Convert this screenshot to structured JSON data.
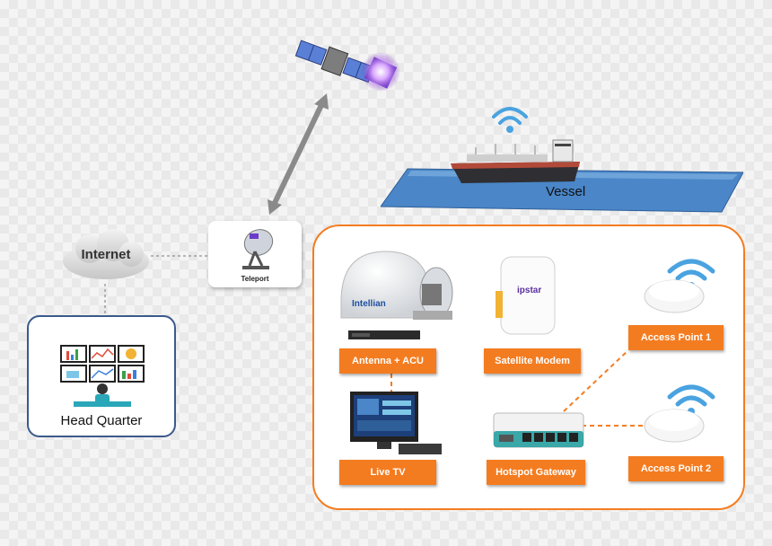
{
  "nodes": {
    "internet": "Internet",
    "head_quarter": "Head Quarter",
    "teleport": "Teleport",
    "vessel": "Vessel",
    "antenna_acu": "Antenna + ACU",
    "satellite_modem": "Satellite Modem",
    "access_point_1": "Access Point 1",
    "access_point_2": "Access Point 2",
    "live_tv": "Live TV",
    "hotspot_gateway": "Hotspot Gateway"
  },
  "brands": {
    "antenna": "Intellian",
    "modem": "ipstar"
  },
  "colors": {
    "accent": "#f47c20",
    "hq_border": "#3b5a8c",
    "sea": "#4a86c8",
    "wifi": "#4aa3e0"
  }
}
